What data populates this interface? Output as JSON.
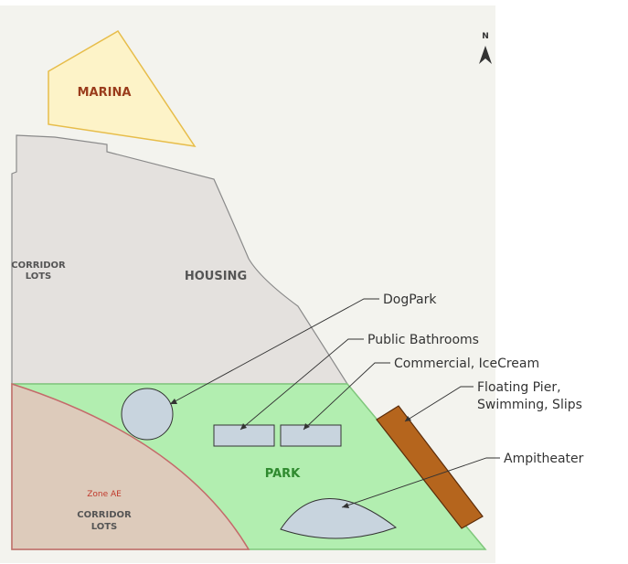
{
  "map": {
    "north_label": "N",
    "zones": {
      "marina": "MARINA",
      "housing": "HOUSING",
      "park": "PARK",
      "corridor_lots_upper_line1": "CORRIDOR",
      "corridor_lots_upper_line2": "LOTS",
      "corridor_lots_lower_line1": "CORRIDOR",
      "corridor_lots_lower_line2": "LOTS",
      "zone_ae": "Zone AE"
    },
    "callouts": {
      "dogpark": "DogPark",
      "bathrooms": "Public Bathrooms",
      "commercial": "Commercial, IceCream",
      "pier_line1": "Floating Pier,",
      "pier_line2": "Swimming, Slips",
      "amphitheater": "Ampitheater"
    },
    "colors": {
      "background": "#f3f3ee",
      "marina_fill": "#fdf3c8",
      "marina_stroke": "#e7bd4a",
      "marina_text": "#9a3c1c",
      "housing_fill": "#e4e1de",
      "housing_stroke": "#8a8a8a",
      "park_fill": "#b2eeb0",
      "park_stroke": "#7fc77c",
      "park_text": "#2f8a2f",
      "corridor_fill": "#ddcbbb",
      "corridor_stroke": "#c46a6a",
      "zone_ae_text": "#c0392b",
      "feature_fill": "#c8d4de",
      "feature_stroke": "#333333",
      "pier_fill": "#b5651d",
      "pier_stroke": "#5a2c0a"
    }
  }
}
